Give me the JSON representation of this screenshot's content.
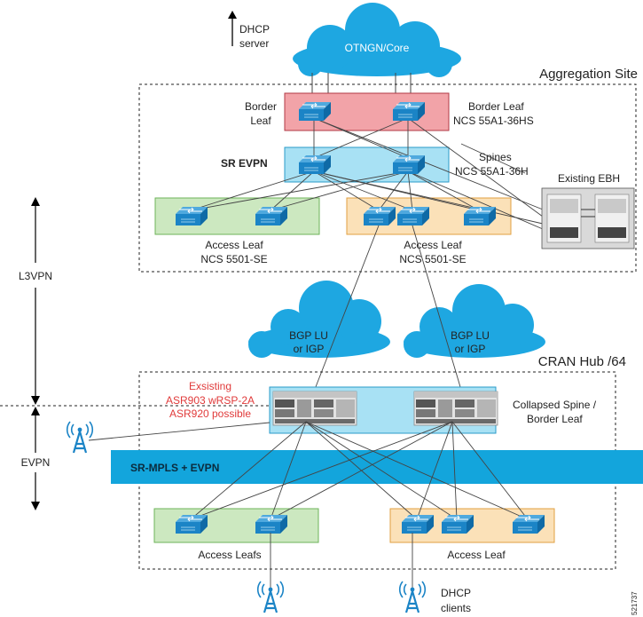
{
  "dhcp_server": {
    "line1": "DHCP",
    "line2": "server"
  },
  "core_cloud": "OTNGN/Core",
  "aggregation": {
    "title": "Aggregation Site",
    "border_leaf_left": {
      "line1": "Border",
      "line2": "Leaf"
    },
    "border_leaf_right": {
      "line1": "Border Leaf",
      "line2": "NCS 55A1-36HS"
    },
    "sr_evpn": "SR EVPN",
    "spines": {
      "line1": "Spines",
      "line2": "NCS 55A1-36H"
    },
    "existing_ebh": "Existing EBH",
    "access_leaf_left": {
      "line1": "Access Leaf",
      "line2": "NCS 5501-SE"
    },
    "access_leaf_right": {
      "line1": "Access Leaf",
      "line2": "NCS 5501-SE"
    }
  },
  "l3vpn": "L3VPN",
  "evpn": "EVPN",
  "bgp_clouds": [
    {
      "line1": "BGP LU",
      "line2": "or IGP"
    },
    {
      "line1": "BGP LU",
      "line2": "or IGP"
    }
  ],
  "cran": {
    "title": "CRAN Hub /64",
    "existing": {
      "line1": "Exsisting",
      "line2": "ASR903 wRSP-2A",
      "line3": "ASR920 possible"
    },
    "collapsed": {
      "line1": "Collapsed Spine /",
      "line2": "Border Leaf"
    },
    "band": "SR-MPLS + EVPN",
    "access_leafs": "Access Leafs",
    "access_leaf": "Access Leaf"
  },
  "dhcp_clients": {
    "line1": "DHCP",
    "line2": "clients"
  },
  "figure_id": "521737",
  "colors": {
    "cloud": "#1ea7e1",
    "band": "#13a5dc",
    "border_leaf_box": "#f2a3a8",
    "spine_box": "#a8e1f4",
    "access_green": "#cce8c0",
    "access_orange": "#fbe1b8",
    "switch": "#1b84c6",
    "red_text": "#e03a3a"
  }
}
